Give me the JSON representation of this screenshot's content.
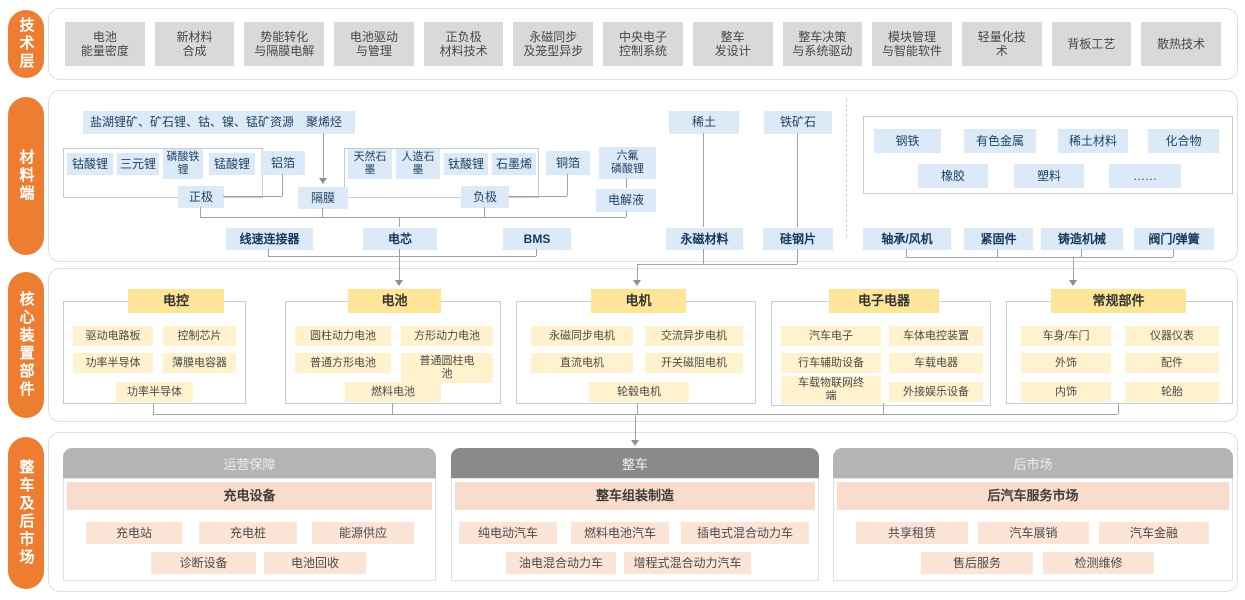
{
  "layers": {
    "tech": {
      "label": "技术层",
      "items": [
        "电池\n能量密度",
        "新材料\n合成",
        "势能转化\n与隔膜电解",
        "电池驱动\n与管理",
        "正负极\n材料技术",
        "永磁同步\n及笼型异步",
        "中央电子\n控制系统",
        "整车\n发设计",
        "整车决策\n与系统驱动",
        "模块管理\n与智能软件",
        "轻量化技\n术",
        "背板工艺",
        "散热技术"
      ]
    },
    "materials": {
      "label": "材料端",
      "liion_resources": "盐湖锂矿、矿石锂、钴、镍、锰矿资源",
      "polyolefin": "聚烯烃",
      "rare_earth": "稀土",
      "iron_ore": "铁矿石",
      "cathode": {
        "items": [
          "钴酸锂",
          "三元锂",
          "磷酸铁\n锂",
          "锰酸锂"
        ],
        "tab": "正极"
      },
      "anode": {
        "items": [
          "天然石\n墨",
          "人造石\n墨",
          "钛酸锂",
          "石墨烯"
        ],
        "tab": "负极"
      },
      "aluminum_foil": "铝箔",
      "copper_foil": "铜箔",
      "separator": "隔膜",
      "lipf6": "六氟\n磷酸锂",
      "electrolyte": "电解液",
      "midstream": [
        "线速连接器",
        "电芯",
        "BMS",
        "永磁材料",
        "硅钢片",
        "轴承/风机",
        "紧固件",
        "铸造机械",
        "阀门/弹簧"
      ],
      "general": [
        "钢铁",
        "有色金属",
        "稀土材料",
        "化合物",
        "橡胶",
        "塑料",
        "……"
      ]
    },
    "components": {
      "label": "核心装置部件",
      "groups": [
        {
          "title": "电控",
          "items": [
            "驱动电路板",
            "控制芯片",
            "功率半导体",
            "薄膜电容器",
            "功率半导体"
          ]
        },
        {
          "title": "电池",
          "items": [
            "圆柱动力电池",
            "方形动力电池",
            "普通方形电池",
            "普通圆柱电\n池",
            "燃料电池"
          ]
        },
        {
          "title": "电机",
          "items": [
            "永磁同步电机",
            "交流异步电机",
            "直流电机",
            "开关磁阻电机",
            "轮毂电机"
          ]
        },
        {
          "title": "电子电器",
          "items": [
            "汽车电子",
            "车体电控装置",
            "行车辅助设备",
            "车载电器",
            "车载物联网终\n端",
            "外接娱乐设备"
          ]
        },
        {
          "title": "常规部件",
          "items": [
            "车身/车门",
            "仪器仪表",
            "外饰",
            "配件",
            "内饰",
            "轮胎"
          ]
        }
      ]
    },
    "vehicle": {
      "label": "整车及后市场",
      "sections": [
        {
          "header": "运营保障",
          "subheader": "充电设备",
          "items": [
            "充电站",
            "充电桩",
            "能源供应",
            "诊断设备",
            "电池回收"
          ]
        },
        {
          "header": "整车",
          "subheader": "整车组装制造",
          "items": [
            "纯电动汽车",
            "燃料电池汽车",
            "插电式混合动力车",
            "油电混合动力车",
            "增程式混合动力汽车"
          ]
        },
        {
          "header": "后市场",
          "subheader": "后汽车服务市场",
          "items": [
            "共享租赁",
            "汽车展销",
            "汽车金融",
            "售后服务",
            "检测维修"
          ]
        }
      ]
    }
  },
  "colors": {
    "accent_orange": "#ED7D31",
    "tech_box": "#D9D9D9",
    "material_box": "#DCE9F6",
    "material_text": "#1F4364",
    "component_header": "#FFE598",
    "component_item": "#FFF2CC",
    "market_item": "#FBE5D6",
    "market_header_light": "#B4B4B4",
    "market_header_dark": "#8A8A8A",
    "connector": "#A3A3A3"
  }
}
